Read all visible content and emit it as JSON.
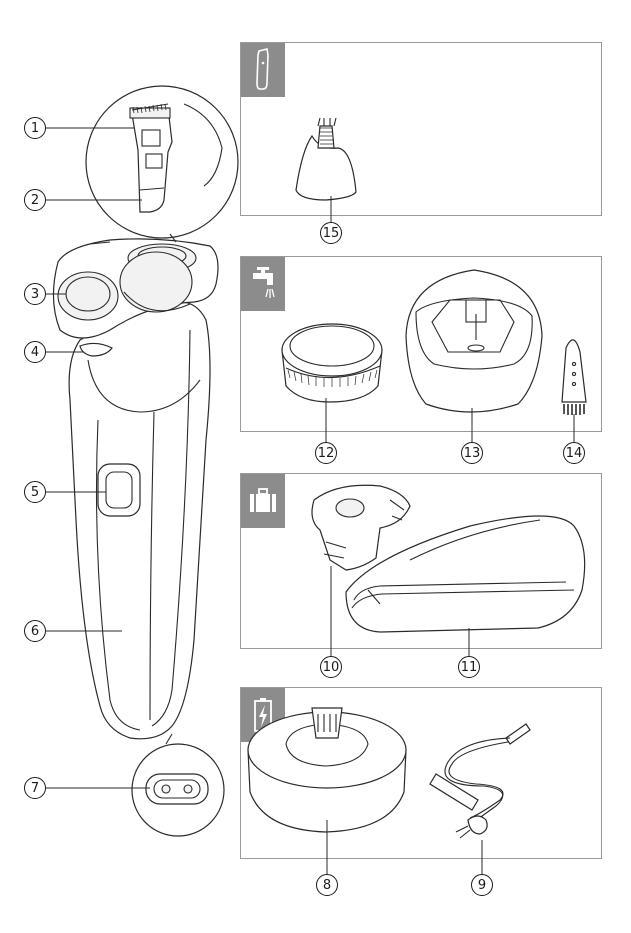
{
  "callouts": {
    "c1": "1",
    "c2": "2",
    "c3": "3",
    "c4": "4",
    "c5": "5",
    "c6": "6",
    "c7": "7",
    "c8": "8",
    "c9": "9",
    "c10": "10",
    "c11": "11",
    "c12": "12",
    "c13": "13",
    "c14": "14",
    "c15": "15"
  },
  "icons": {
    "trimmer_panel": "nose-trimmer-icon",
    "cleaning_panel": "water-tap-icon",
    "travel_panel": "suitcase-icon",
    "charging_panel": "battery-charge-icon"
  },
  "colors": {
    "tag": "#8c8c8c",
    "stroke": "#2a2a2a",
    "panel_border": "#9a9a9a"
  }
}
